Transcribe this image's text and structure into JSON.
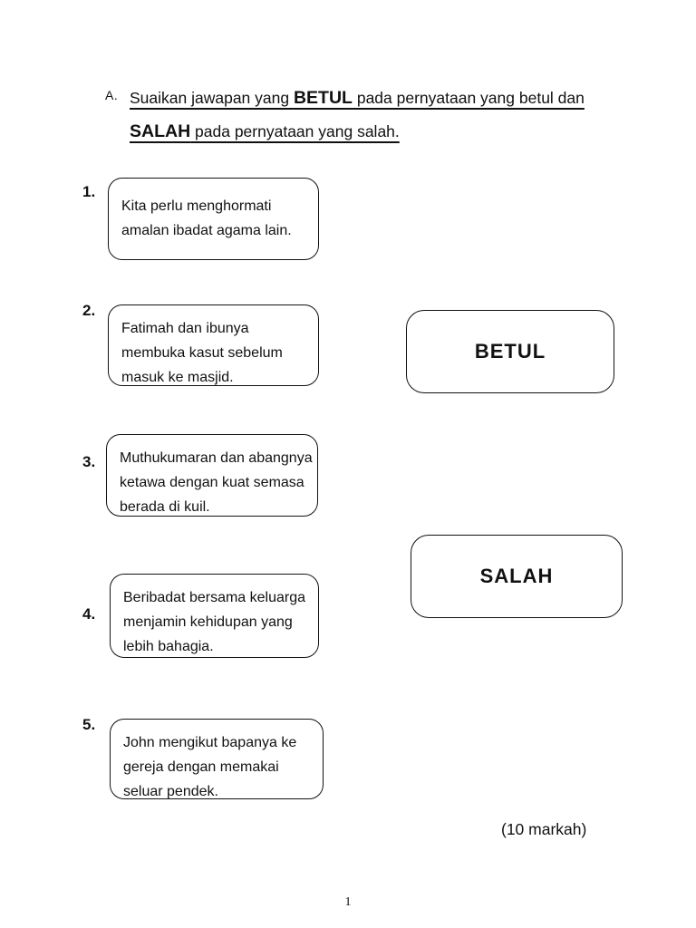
{
  "colors": {
    "ink": "#111111",
    "page": "#ffffff"
  },
  "header": {
    "section_label": "A.",
    "line1_pre": "Suaikan jawapan yang ",
    "line1_bold": "BETUL",
    "line1_post": " pada pernyataan yang betul dan",
    "line2_bold": "SALAH",
    "line2_post": " pada pernyataan yang salah."
  },
  "statements": [
    {
      "number": "1.",
      "lines": [
        "Kita perlu menghormati",
        "amalan ibadat agama lain."
      ]
    },
    {
      "number": "2.",
      "lines": [
        "Fatimah dan ibunya",
        "membuka kasut sebelum",
        "masuk ke masjid."
      ]
    },
    {
      "number": "3.",
      "lines": [
        "Muthukumaran dan abangnya",
        "ketawa dengan kuat semasa",
        "berada di kuil."
      ]
    },
    {
      "number": "4.",
      "lines": [
        "Beribadat bersama keluarga",
        "menjamin kehidupan yang",
        "lebih bahagia."
      ]
    },
    {
      "number": "5.",
      "lines": [
        "John mengikut bapanya ke",
        "gereja dengan memakai",
        "seluar pendek."
      ]
    }
  ],
  "answers": [
    {
      "label": "BETUL"
    },
    {
      "label": "SALAH"
    }
  ],
  "footer": {
    "marks_note": "(10 markah)",
    "page_number": "1"
  }
}
